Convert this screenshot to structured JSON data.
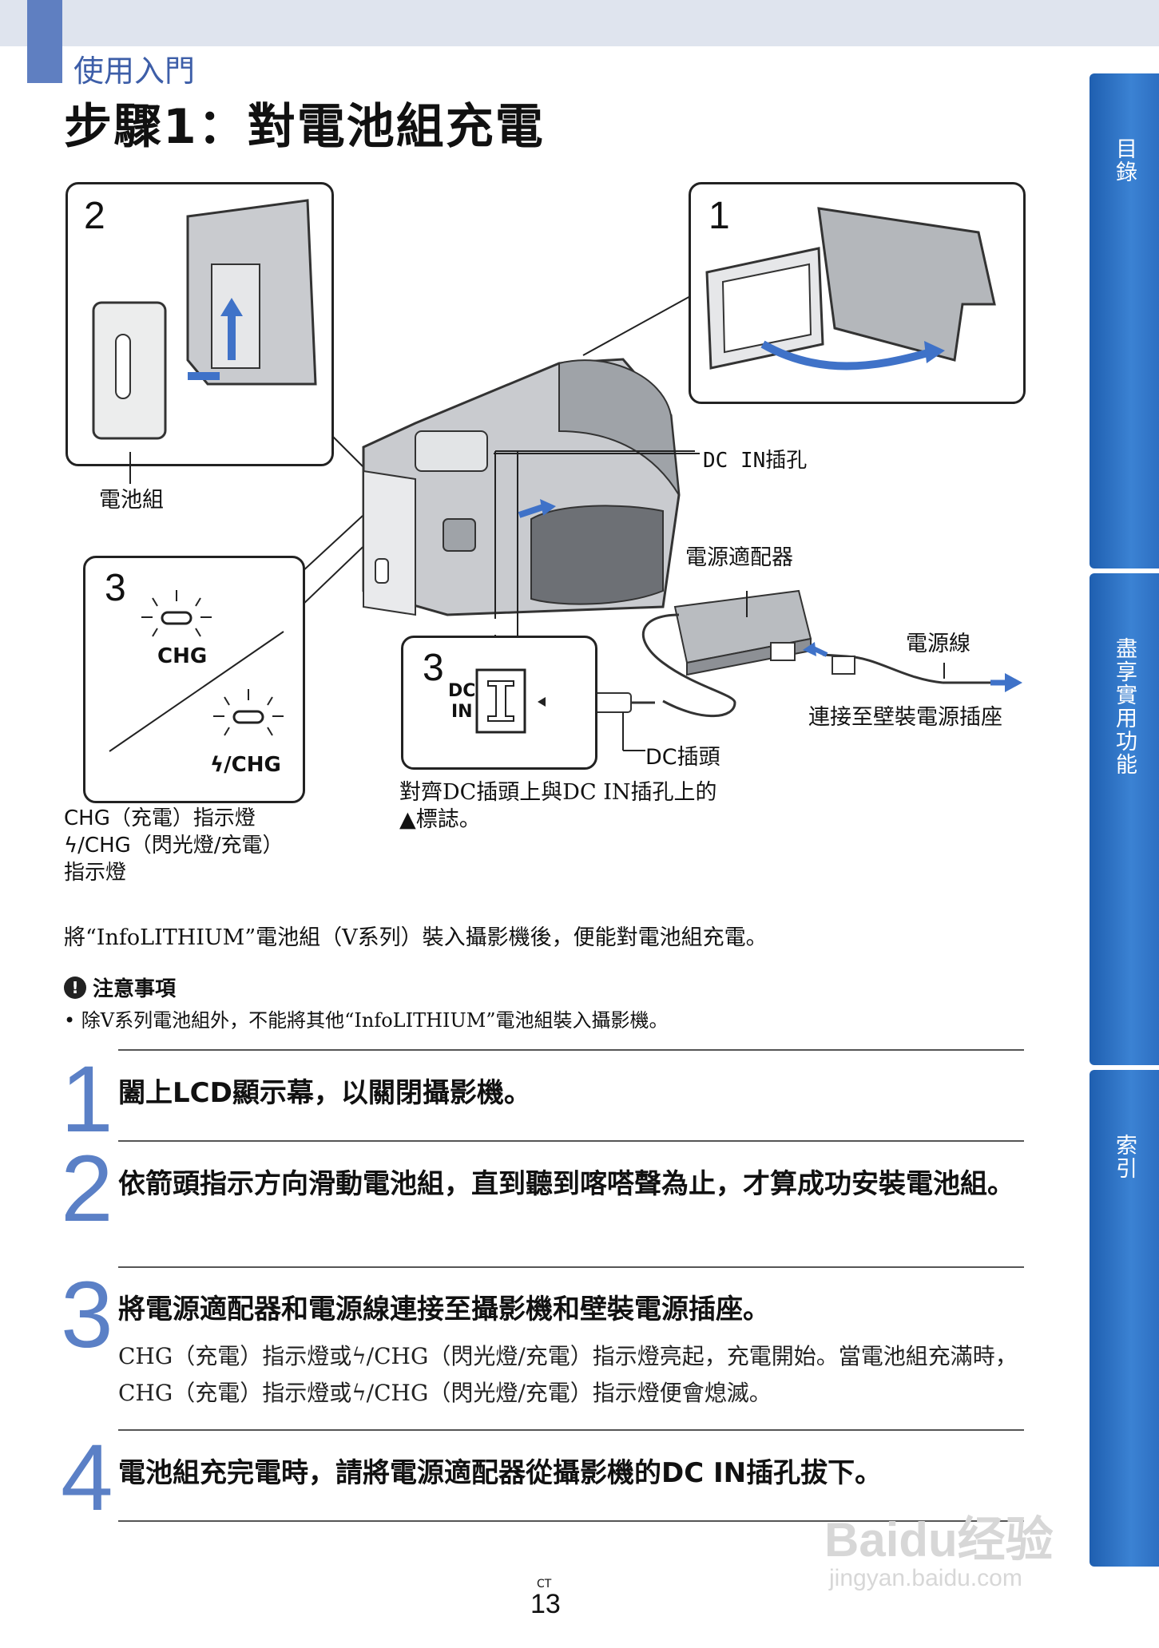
{
  "header": {
    "section": "使用入門",
    "title": "步驟1：對電池組充電"
  },
  "side_tabs": [
    "目錄",
    "盡享實用功能",
    "索引"
  ],
  "figure": {
    "panel_numbers": {
      "p2": "2",
      "p1": "1",
      "p3a": "3",
      "p3b": "3"
    },
    "labels": {
      "battery": "電池組",
      "dc_in_jack": "DC IN插孔",
      "ac_adaptor": "電源適配器",
      "power_cord": "電源線",
      "to_wall": "連接至壁裝電源插座",
      "dc_plug": "DC插頭",
      "chg": "CHG",
      "flash_chg": "ϟ/CHG",
      "dc": "DC",
      "in": "IN",
      "align_note_1": "對齊DC插頭上與DC IN插孔上的",
      "align_note_2": "▲標誌。",
      "chg_caption_1": "CHG（充電）指示燈",
      "chg_caption_2": "ϟ/CHG（閃光燈/充電）",
      "chg_caption_3": "指示燈"
    }
  },
  "body": {
    "intro": "將“InfoLITHIUM”電池組（V系列）裝入攝影機後，便能對電池組充電。",
    "caution_title": "注意事項",
    "caution_item": "• 除V系列電池組外，不能將其他“InfoLITHIUM”電池組裝入攝影機。"
  },
  "steps": [
    {
      "num": "1",
      "text": "闔上LCD顯示幕，以關閉攝影機。"
    },
    {
      "num": "2",
      "text": "依箭頭指示方向滑動電池組，直到聽到喀嗒聲為止，才算成功安裝電池組。"
    },
    {
      "num": "3",
      "text": "將電源適配器和電源線連接至攝影機和壁裝電源插座。",
      "desc": "CHG（充電）指示燈或ϟ/CHG（閃光燈/充電）指示燈亮起，充電開始。當電池組充滿時，CHG（充電）指示燈或ϟ/CHG（閃光燈/充電）指示燈便會熄滅。"
    },
    {
      "num": "4",
      "text": "電池組充完電時，請將電源適配器從攝影機的DC IN插孔拔下。"
    }
  ],
  "footer": {
    "superscript": "CT",
    "page": "13"
  },
  "watermark": {
    "line1": "Baidu经验",
    "line2": "jingyan.baidu.com"
  },
  "colors": {
    "accent": "#5b80c6",
    "tab": "#2d6fc2",
    "arrow": "#3f72c8"
  }
}
